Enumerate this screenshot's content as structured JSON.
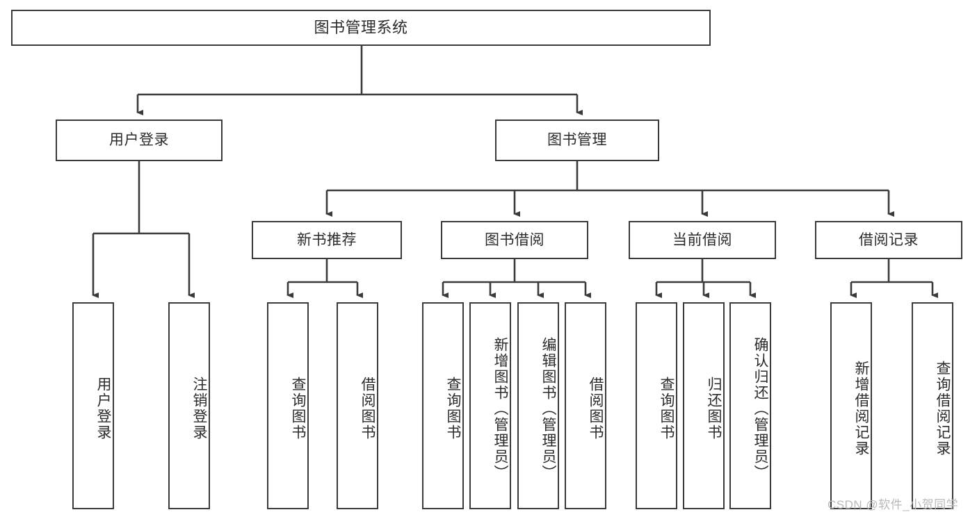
{
  "diagram": {
    "type": "tree-hierarchy",
    "title": "图书管理系统",
    "watermark": "CSDN @软件_小贺同学",
    "colors": {
      "background": "#ffffff",
      "stroke": "#3a3a3a",
      "text": "#2b2b2b",
      "watermark": "#b9b9b9"
    },
    "root": {
      "label": "图书管理系统"
    },
    "level2": [
      {
        "label": "用户登录"
      },
      {
        "label": "图书管理"
      }
    ],
    "level3": [
      {
        "label": "新书推荐"
      },
      {
        "label": "图书借阅"
      },
      {
        "label": "当前借阅"
      },
      {
        "label": "借阅记录"
      }
    ],
    "leaves": {
      "user_login": [
        {
          "label": "用户登录"
        },
        {
          "label": "注销登录"
        }
      ],
      "new_book": [
        {
          "label": "查询图书"
        },
        {
          "label": "借阅图书"
        }
      ],
      "book_borrow": [
        {
          "label": "查询图书"
        },
        {
          "label": "新增图书（管理员）"
        },
        {
          "label": "编辑图书（管理员）"
        },
        {
          "label": "借阅图书"
        }
      ],
      "current_borrow": [
        {
          "label": "查询图书"
        },
        {
          "label": "归还图书"
        },
        {
          "label": "确认归还（管理员）"
        }
      ],
      "borrow_record": [
        {
          "label": "新增借阅记录"
        },
        {
          "label": "查询借阅记录"
        }
      ]
    }
  }
}
